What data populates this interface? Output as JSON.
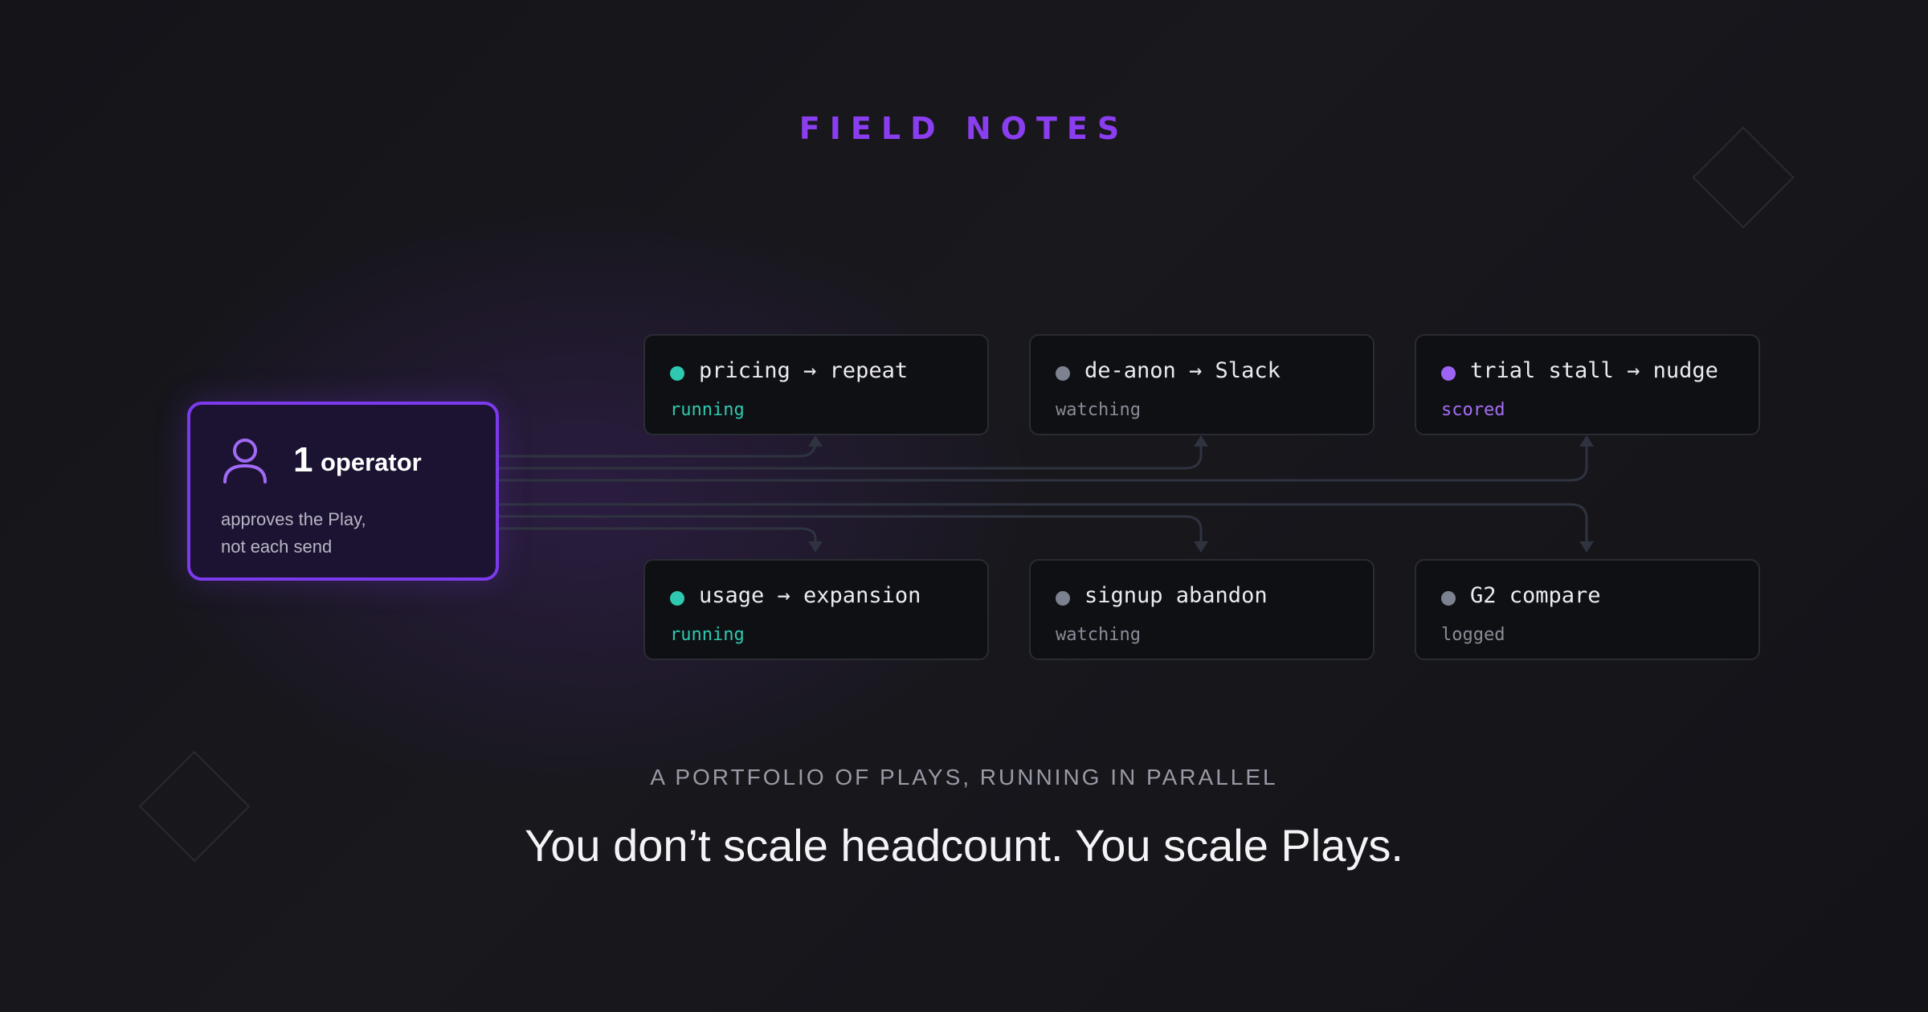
{
  "eyebrow": "FIELD NOTES",
  "operator": {
    "icon": "person-icon",
    "count": "1",
    "role": "operator",
    "desc_line1": "approves the Play,",
    "desc_line2": "not each send"
  },
  "plays": [
    {
      "name": "pricing → repeat",
      "status": "running",
      "dot_color": "#2ec9b0",
      "status_color": "#2ec9b0"
    },
    {
      "name": "de-anon → Slack",
      "status": "watching",
      "dot_color": "#7d8290",
      "status_color": "#8a8d98"
    },
    {
      "name": "trial stall → nudge",
      "status": "scored",
      "dot_color": "#9d63f2",
      "status_color": "#a56ef5"
    },
    {
      "name": "usage → expansion",
      "status": "running",
      "dot_color": "#2ec9b0",
      "status_color": "#2ec9b0"
    },
    {
      "name": "signup abandon",
      "status": "watching",
      "dot_color": "#7d8290",
      "status_color": "#8a8d98"
    },
    {
      "name": "G2 compare",
      "status": "logged",
      "dot_color": "#7d8290",
      "status_color": "#8a8d98"
    }
  ],
  "subhead": "A PORTFOLIO OF PLAYS, RUNNING IN PARALLEL",
  "headline": "You don’t scale headcount. You scale Plays.",
  "colors": {
    "accent": "#7c3aed",
    "eyebrow": "#8b3ef0",
    "connector": "#2f3340"
  }
}
